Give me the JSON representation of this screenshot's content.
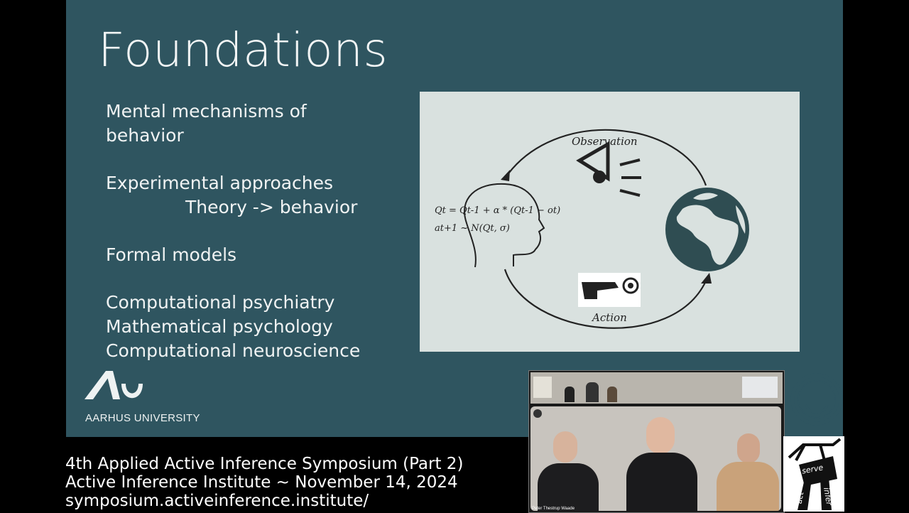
{
  "slide": {
    "title": "Foundations",
    "bullets": [
      [
        "Mental mechanisms of",
        "behavior"
      ],
      [
        "Experimental approaches",
        "Theory -> behavior"
      ],
      [
        "Formal models"
      ],
      [
        "Computational psychiatry",
        "Mathematical psychology",
        "Computational neuroscience"
      ]
    ],
    "figure": {
      "observation_label": "Observation",
      "action_label": "Action",
      "equation_1": "Qt = Qt-1 + α * (Qt-1 − ot)",
      "equation_2": "at+1 ~ N(Qt, σ)"
    },
    "university": "AARHUS UNIVERSITY"
  },
  "video": {
    "participant_name": "Peter Thestrup Waade"
  },
  "branding": {
    "word_1": "serve",
    "word_2": "act",
    "word_3": "infer"
  },
  "caption": {
    "line_1": "4th Applied Active Inference Symposium (Part 2)",
    "line_2": "Active Inference Institute ~ November 14, 2024",
    "line_3": "symposium.activeinference.institute/"
  },
  "colors": {
    "slide_background": "#2f5560",
    "figure_background": "#d9e1df"
  }
}
